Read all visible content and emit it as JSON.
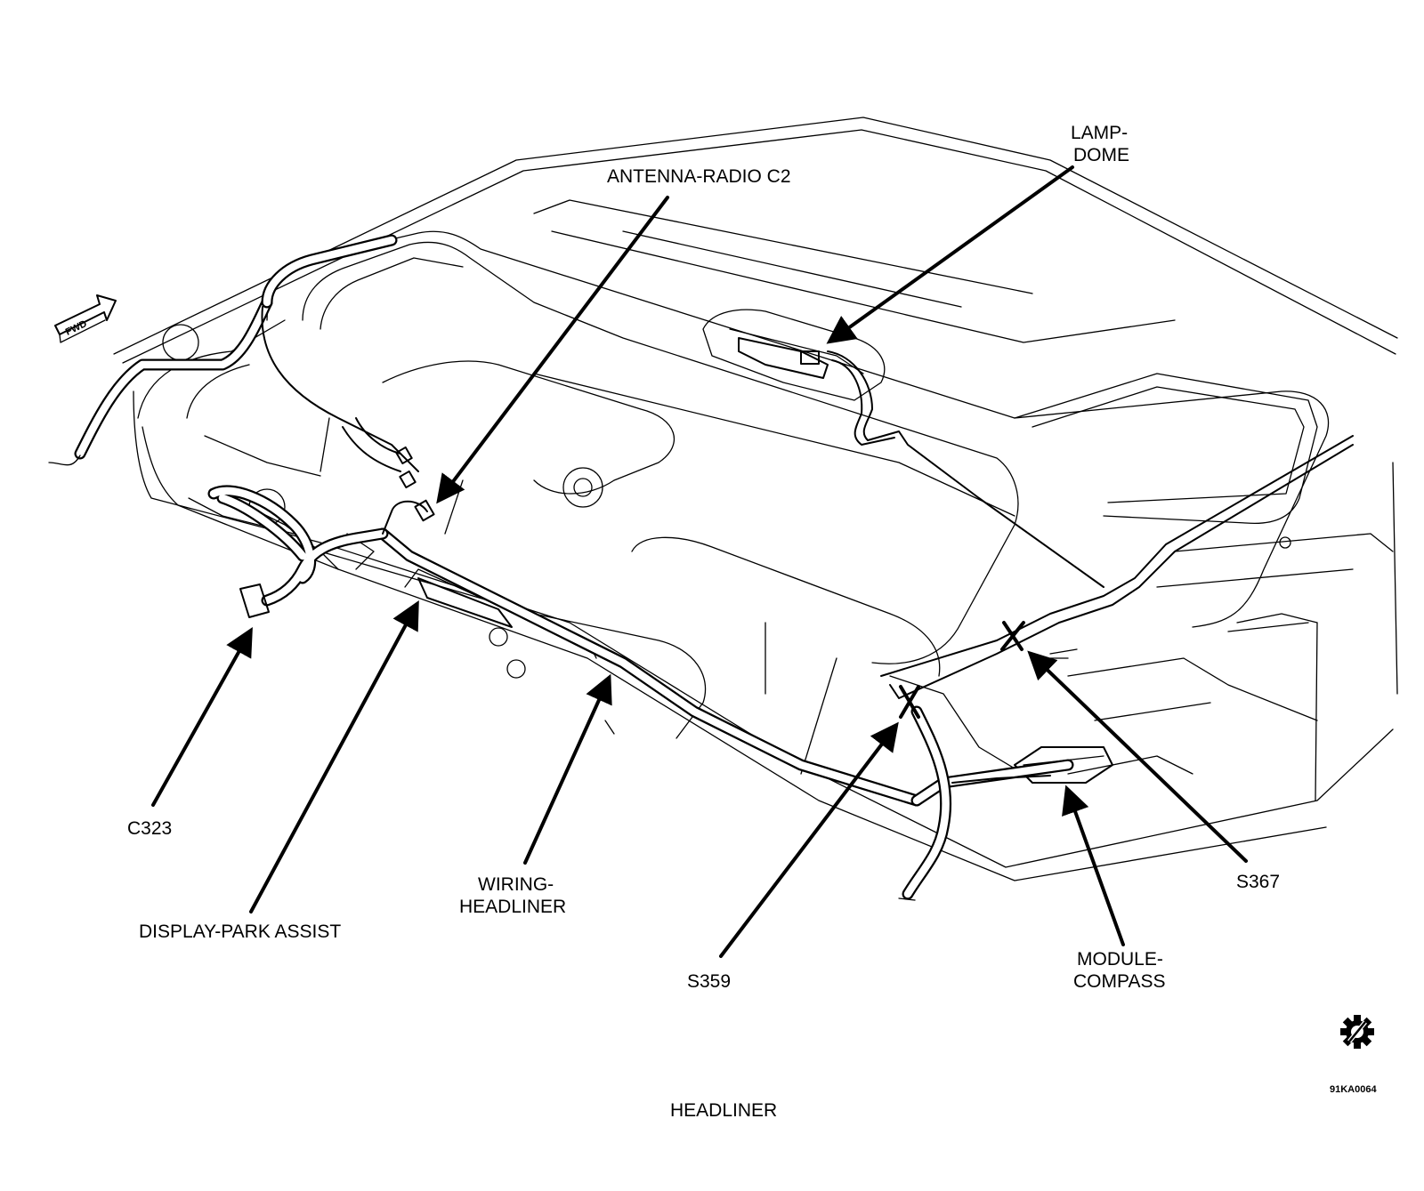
{
  "labels": {
    "antenna": "ANTENNA-RADIO C2",
    "lamp_line1": "LAMP-",
    "lamp_line2": "DOME",
    "c323": "C323",
    "display_park": "DISPLAY-PARK ASSIST",
    "wiring_line1": "WIRING-",
    "wiring_line2": "HEADLINER",
    "s359": "S359",
    "s367": "S367",
    "module_line1": "MODULE-",
    "module_line2": "COMPASS",
    "caption": "HEADLINER",
    "figure_code": "91KA0064",
    "fwd": "FWD"
  }
}
